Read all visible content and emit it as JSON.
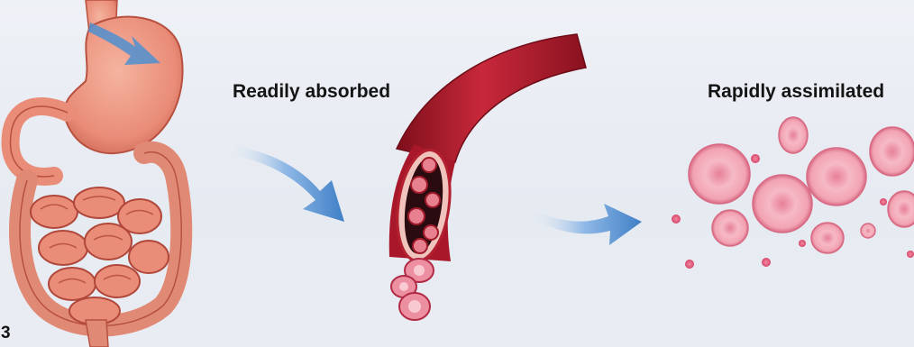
{
  "figure": {
    "number": "3",
    "steps": [
      {
        "label": "Readily absorbed"
      },
      {
        "label": "Rapidly assimilated"
      }
    ]
  },
  "colors": {
    "tissue": "#e98c78",
    "tissue_dark": "#b8503f",
    "vessel": "#b3182a",
    "cell": "#f2a3b3",
    "cell_edge": "#d86a84",
    "arrow": "#4f8fcf"
  },
  "icons": [
    "digestive-organs-icon",
    "blood-vessel-icon",
    "blood-cells-icon",
    "flow-arrow-icon"
  ]
}
